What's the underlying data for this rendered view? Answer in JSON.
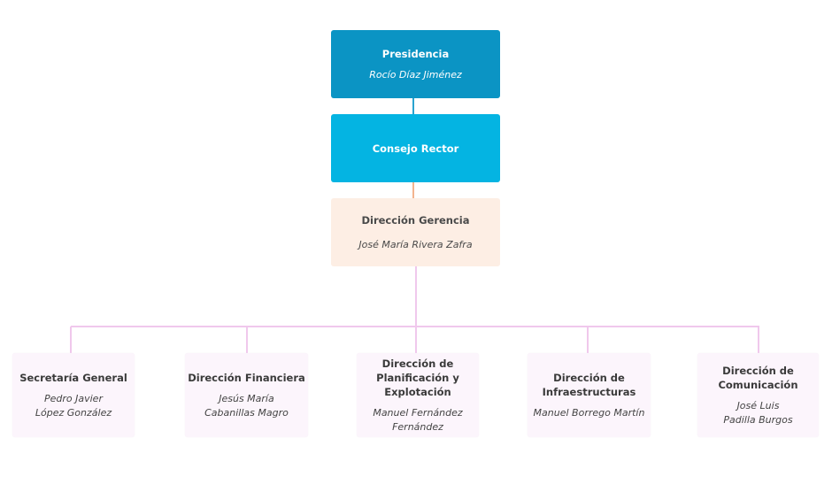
{
  "org": {
    "presidencia": {
      "title": "Presidencia",
      "person": "Rocío Díaz Jiménez"
    },
    "consejo": {
      "title": "Consejo Rector"
    },
    "gerencia": {
      "title": "Dirección Gerencia",
      "person": "José María Rivera Zafra"
    },
    "children": [
      {
        "title": "Secretaría General",
        "person": [
          "Pedro Javier",
          "López González"
        ]
      },
      {
        "title": "Dirección Financiera",
        "person": [
          "Jesús María",
          "Cabanillas Magro"
        ]
      },
      {
        "title": [
          "Dirección de",
          "Planificación y",
          "Explotación"
        ],
        "person": [
          "Manuel Fernández",
          "Fernández"
        ]
      },
      {
        "title": [
          "Dirección de",
          "Infraestructuras"
        ],
        "person": [
          "Manuel Borrego Martín"
        ]
      },
      {
        "title": [
          "Dirección de",
          "Comunicación"
        ],
        "person": [
          "José Luis",
          "Padilla Burgos"
        ]
      }
    ]
  },
  "colors": {
    "presidencia": "#0b94c4",
    "consejo": "#04b4e2",
    "gerencia": "#fdeee4",
    "child": "#fcf5fc",
    "connector_blue": "#2aa3cf",
    "connector_orange": "#f3b48e",
    "connector_pink": "#f0c8ec"
  }
}
